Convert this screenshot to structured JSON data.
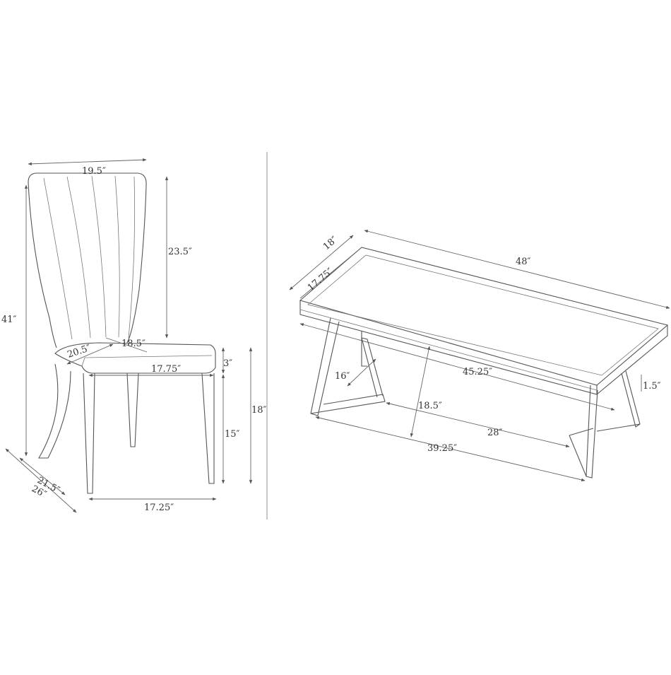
{
  "chair": {
    "labels": {
      "width_top": "19.5″",
      "back_height": "23.5″",
      "total_height": "41″",
      "seat_depth_inner": "18.5″",
      "seat_side_depth": "20.5″",
      "seat_front_width": "17.75″",
      "cushion_thickness": "3″",
      "seat_height": "18″",
      "leg_height": "15″",
      "depth_inner": "21.5″",
      "depth_total": "26″",
      "base_width": "17.25″"
    }
  },
  "table": {
    "labels": {
      "top_depth": "18″",
      "inner_depth": "17.75″",
      "length": "48″",
      "inner_length": "45.25″",
      "leg_spread": "16″",
      "top_thickness": "1.5″",
      "height": "18.5″",
      "base_inner": "28″",
      "base_length": "39.25″"
    }
  }
}
